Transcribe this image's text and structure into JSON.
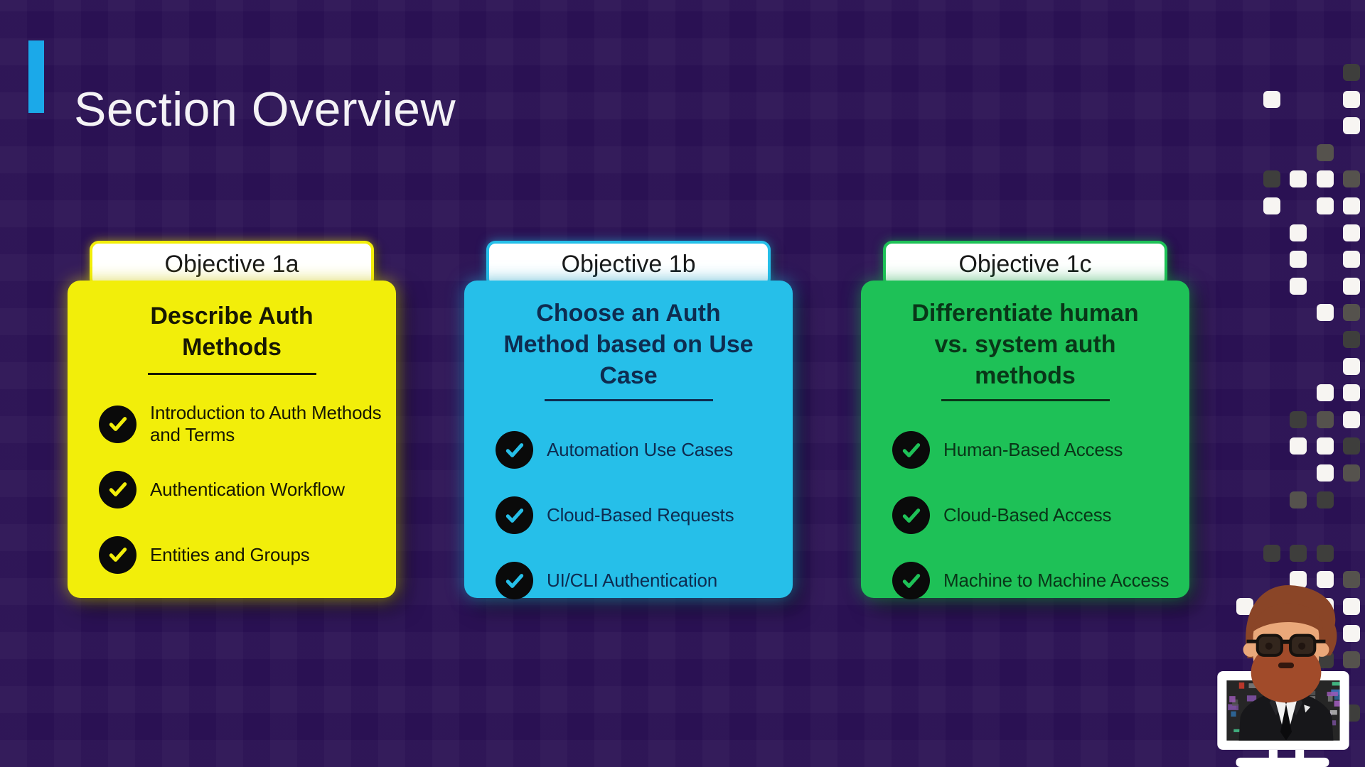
{
  "page": {
    "title": "Section Overview",
    "background_color": "#2a1153",
    "title_accent_color": "#1ba9e9",
    "title_text_color": "#f4f2f6"
  },
  "cards": [
    {
      "header": "Objective 1a",
      "subtitle": "Describe Auth Methods",
      "accent": "#f2ee0a",
      "ink": "#181803",
      "items": [
        "Introduction to Auth Methods and Terms",
        "Authentication Workflow",
        "Entities and Groups"
      ]
    },
    {
      "header": "Objective 1b",
      "subtitle": "Choose an Auth Method based on Use Case",
      "accent": "#26bfe9",
      "ink": "#0e2c50",
      "items": [
        "Automation Use Cases",
        "Cloud-Based Requests",
        "UI/CLI Authentication"
      ]
    },
    {
      "header": "Objective 1c",
      "subtitle": "Differentiate human vs. system auth methods",
      "accent": "#1ec157",
      "ink": "#093618",
      "items": [
        "Human-Based Access",
        "Cloud-Based Access",
        "Machine to Machine Access"
      ]
    }
  ],
  "decoration": {
    "square_white": "#f7f5f2",
    "square_gray": "#55524d",
    "square_dark_gray": "#3e3e3c"
  },
  "avatar": {
    "hair": "#8a4527",
    "skin": "#eaa87a",
    "beard": "#a14b2a",
    "suit": "#17171a",
    "lapel": "#26262a",
    "shirt": "#f2f2f2",
    "tie": "#0b0b0d",
    "glasses": "#17120e",
    "lens": "#33261d",
    "monitor": "#ffffff",
    "screen": "#262626",
    "code_colors": [
      "#555555",
      "#7a7a7a",
      "#9b59b6",
      "#3f7fd5",
      "#42b883",
      "#c0392b",
      "#c8c8c8",
      "#7a4f9e",
      "#2e6da4"
    ]
  }
}
